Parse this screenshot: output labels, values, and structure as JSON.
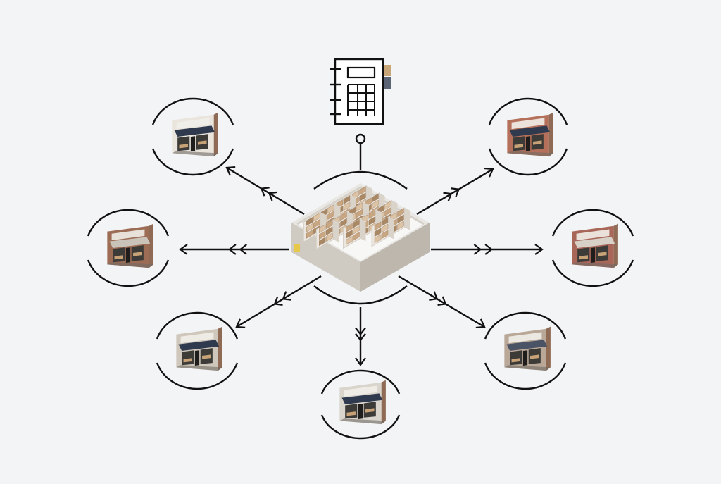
{
  "diagram": {
    "hub": {
      "icon": "warehouse-icon",
      "top_icon": "ledger-document-icon"
    },
    "stores": [
      {
        "id": "top-left",
        "icon": "storefront-icon",
        "awning_color": "#2f3a4f",
        "wall_color": "#e9e4dc"
      },
      {
        "id": "top-right",
        "icon": "storefront-icon",
        "awning_color": "#2f3a4f",
        "wall_color": "#b4705a"
      },
      {
        "id": "left",
        "icon": "storefront-icon",
        "awning_color": "#c9c3ba",
        "wall_color": "#9c6c55"
      },
      {
        "id": "right",
        "icon": "storefront-icon",
        "awning_color": "#d7d1c7",
        "wall_color": "#a9675a"
      },
      {
        "id": "bottom-left",
        "icon": "storefront-icon",
        "awning_color": "#2f3a4f",
        "wall_color": "#cfc7bb"
      },
      {
        "id": "bottom",
        "icon": "storefront-icon",
        "awning_color": "#2f3a4f",
        "wall_color": "#d9d4cc"
      },
      {
        "id": "bottom-right",
        "icon": "storefront-icon",
        "awning_color": "#4a5366",
        "wall_color": "#b9a898"
      }
    ],
    "colors": {
      "line": "#111111",
      "background": "#f3f4f6",
      "box_light": "#dcc3a5",
      "box_mid": "#c9a682",
      "box_dark": "#a98866",
      "shelf": "#ebe6df",
      "floor": "#f7f7f6",
      "doc_tab_1": "#c8a678",
      "doc_tab_2": "#5b6475"
    }
  }
}
